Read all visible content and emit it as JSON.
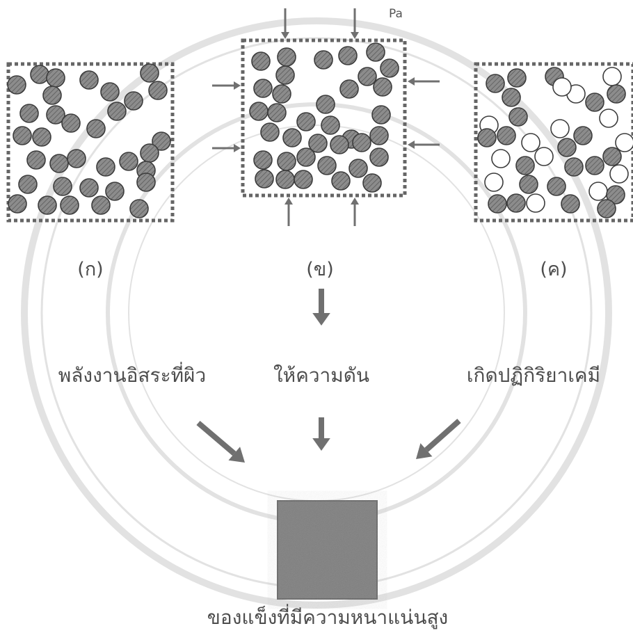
{
  "diagram": {
    "pressure_unit": "Pa",
    "panels": [
      {
        "id": "a",
        "label": "(ก)"
      },
      {
        "id": "b",
        "label": "(ข)"
      },
      {
        "id": "c",
        "label": "(ค)"
      }
    ],
    "processes": [
      {
        "id": "surface-energy",
        "label": "พลังงานอิสระที่ผิว"
      },
      {
        "id": "pressure",
        "label": "ให้ความดัน"
      },
      {
        "id": "chemical-reaction",
        "label": "เกิดปฏิกิริยาเคมี"
      }
    ],
    "result": {
      "label": "ของแข็งที่มีความหนาแน่นสูง"
    },
    "colors": {
      "border": "#666666",
      "particle_fill": "#8c8c8c",
      "particle_hatch": "#5a5a5a",
      "particle_stroke": "#3c3c3c",
      "empty_particle_fill": "#ffffff",
      "arrow": "#707070",
      "solid_block": "#7f7f7f",
      "watermark": "#c9c9c9"
    }
  }
}
